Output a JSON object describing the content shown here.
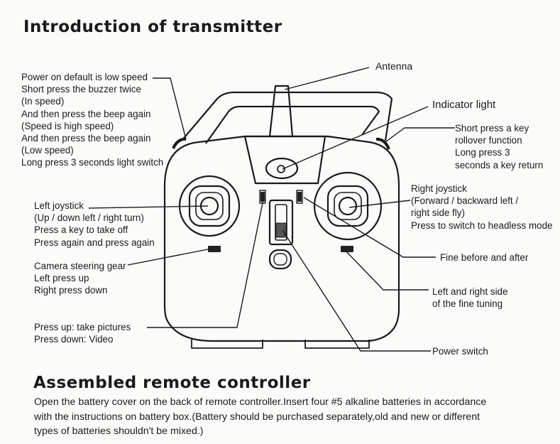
{
  "section1": {
    "title": "Introduction of transmitter"
  },
  "labels": {
    "power_default": [
      "Power on default is low speed",
      "Short press the buzzer twice",
      "(In speed)",
      "And then press the beep again",
      "(Speed is high speed)",
      "And then press the beep again",
      "(Low speed)",
      "Long press 3 seconds light switch"
    ],
    "antenna": [
      "Antenna"
    ],
    "indicator": [
      "Indicator light"
    ],
    "short_press": [
      "Short press a key",
      "rollover function",
      "Long press 3",
      "seconds a key return"
    ],
    "left_joystick": [
      "Left joystick",
      "(Up / down left / right turn)",
      "Press a key to take off",
      "Press again and press again"
    ],
    "right_joystick": [
      "Right joystick",
      "(Forward / backward left /",
      " right side fly)",
      "Press to switch to headless mode"
    ],
    "fine_before_after": [
      "Fine before and after"
    ],
    "camera_gear": [
      "Camera steering gear",
      "Left press up",
      "Right press down"
    ],
    "left_right_fine": [
      "Left and right side",
      "of the fine tuning"
    ],
    "press_up": [
      "Press up: take pictures",
      "Press down: Video"
    ],
    "power_switch": [
      "Power switch"
    ]
  },
  "section2": {
    "title": "Assembled remote controller",
    "body": [
      "Open the battery cover on the back of remote controller.Insert four #5 alkaline batteries in accordance",
      "with the instructions on battery box.(Battery should be purchased separately,old and new or different",
      "types of batteries shouldn't be mixed.)"
    ]
  }
}
